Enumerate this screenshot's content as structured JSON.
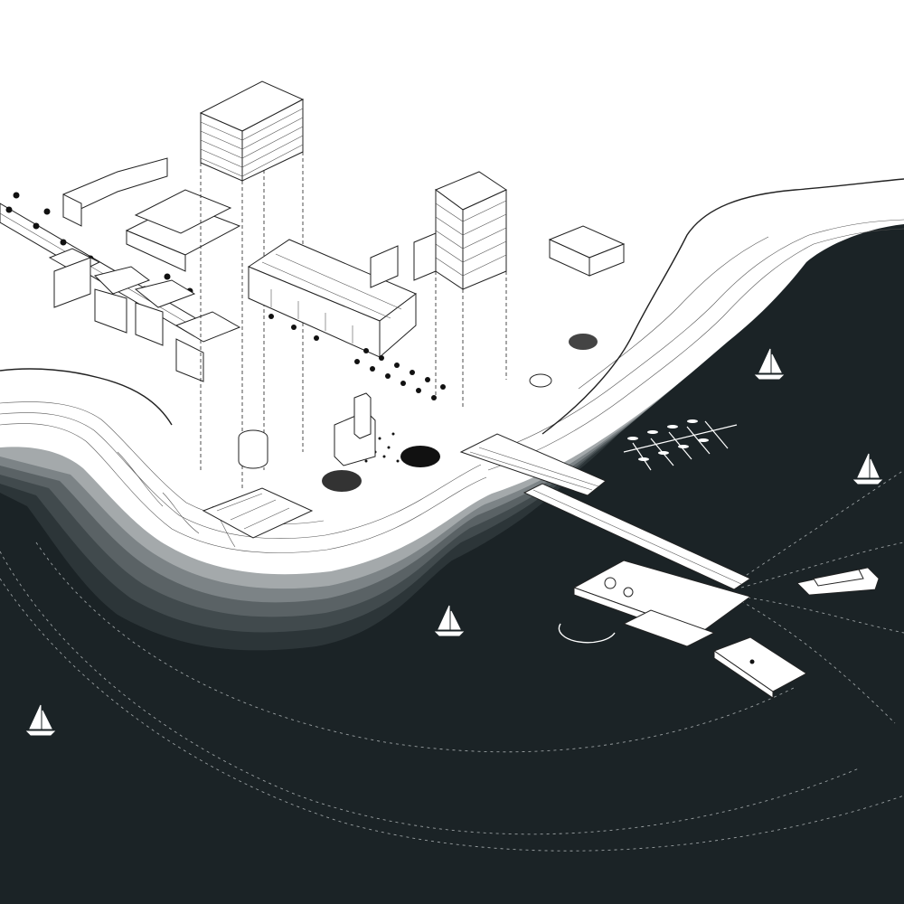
{
  "palette": {
    "sea": "#1b2326",
    "band_1": "#2c3538",
    "band_2": "#414a4d",
    "band_3": "#5a6265",
    "band_4": "#7c8386",
    "band_5": "#a4a9ab",
    "land": "#ffffff",
    "ink": "#222222"
  },
  "scene": {
    "type": "axonometric waterfront masterplan drawing",
    "elements": [
      "high-rise-tower-left",
      "high-rise-tower-center",
      "market-hall",
      "pier-walkway",
      "floating-platform",
      "marina-docks",
      "ferry",
      "sailboats",
      "boulevard-with-trees",
      "plaza-crowd"
    ],
    "sailboat_count": 4
  }
}
